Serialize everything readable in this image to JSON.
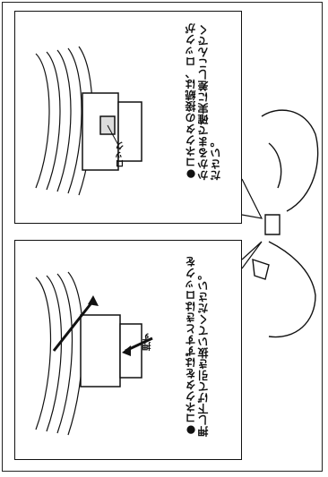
{
  "instructions": {
    "insert_note": "●コネクタの接続は、ロックがかかるまで確実に差しこんでください。",
    "remove_note": "●コネクタをはずすときはロックを押し下げて引き抜いてください。"
  },
  "callouts": {
    "lock": "ロック",
    "push": "押す"
  }
}
